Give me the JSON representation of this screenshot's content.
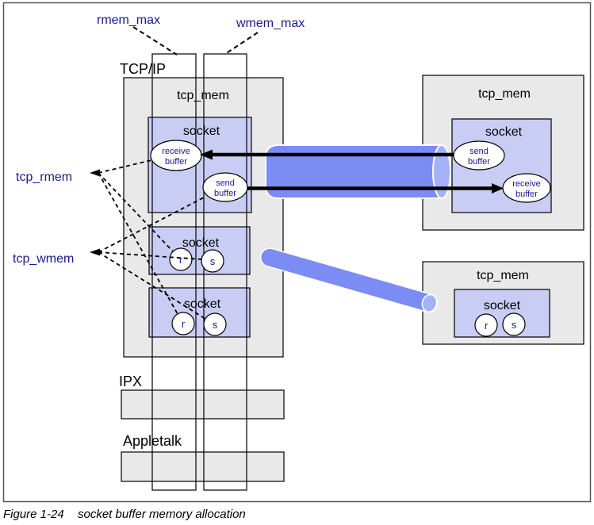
{
  "diagram": {
    "params_top": {
      "rmem_max": "rmem_max",
      "wmem_max": "wmem_max"
    },
    "params_left": {
      "tcp_rmem": "tcp_rmem",
      "tcp_wmem": "tcp_wmem"
    },
    "protocols": {
      "tcpip": "TCP/IP",
      "ipx": "IPX",
      "appletalk": "Appletalk"
    },
    "shared_labels": {
      "tcp_mem": "tcp_mem",
      "socket": "socket",
      "receive_buffer_line1": "receive",
      "receive_buffer_line2": "buffer",
      "send_buffer_line1": "send",
      "send_buffer_line2": "buffer",
      "r": "r",
      "s": "s"
    },
    "caption": {
      "figure_label": "Figure 1-24",
      "figure_title": "socket buffer memory allocation"
    },
    "colors": {
      "label_navy": "#1a1a8c",
      "box_gray": "#e9e9e9",
      "socket_fill": "#c9cdf4",
      "pipe_blue": "#7b8cf5",
      "pipe_cap_blue": "#a6b2f8",
      "frame_gray": "#555555"
    }
  }
}
